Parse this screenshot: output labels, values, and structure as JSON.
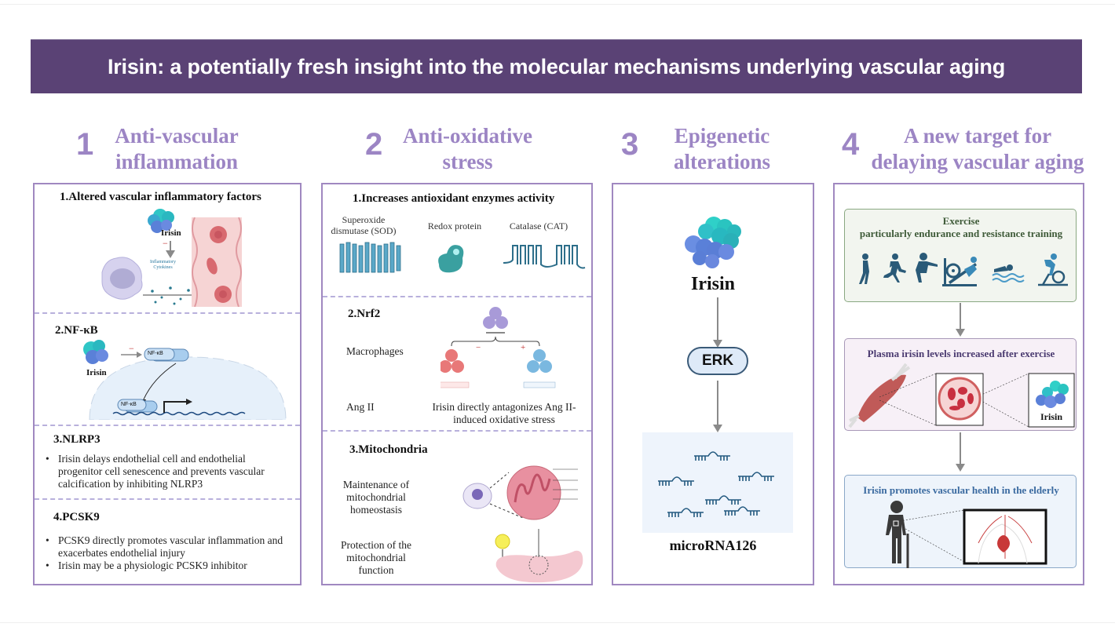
{
  "title": "Irisin: a potentially fresh insight into the molecular mechanisms underlying vascular aging",
  "colors": {
    "banner": "#5a4275",
    "accent": "#9c85c4",
    "panel_border": "#a088c0",
    "dash": "#b8b0dc",
    "exercise_box": "#f2f5ef",
    "plasma_box": "#f7f0f7",
    "elderly_box": "#eef4fb"
  },
  "sections": [
    {
      "number": "1",
      "title_line1": "Anti-vascular",
      "title_line2": "inflammation",
      "blocks": {
        "b1": {
          "heading": "1.Altered vascular inflammatory factors",
          "irisin_label": "Irisin",
          "minus": "−",
          "cytokines_label_1": "Inflammatory",
          "cytokines_label_2": "Cytokines"
        },
        "b2": {
          "heading": "2.NF-κB",
          "irisin_label": "Irisin",
          "minus": "−",
          "nfkb_label": "NF-κB"
        },
        "b3": {
          "heading": "3.NLRP3",
          "bullets": [
            "Irisin delays endothelial cell and endothelial progenitor cell senescence and prevents vascular calcification by inhibiting NLRP3"
          ]
        },
        "b4": {
          "heading": "4.PCSK9",
          "bullets": [
            "PCSK9 directly promotes vascular inflammation and exacerbates endothelial injury",
            "Irisin may be a physiologic PCSK9 inhibitor"
          ]
        }
      }
    },
    {
      "number": "2",
      "title_line1": "Anti-oxidative",
      "title_line2": "stress",
      "blocks": {
        "b1": {
          "heading": "1.Increases antioxidant enzymes activity",
          "enzymes": [
            "Superoxide dismutase (SOD)",
            "Redox protein",
            "Catalase (CAT)"
          ]
        },
        "b2": {
          "heading": "2.Nrf2",
          "row1_label": "Macrophages",
          "row2_label": "Ang II",
          "row2_text": "Irisin directly antagonizes Ang II-induced oxidative stress",
          "minus": "−",
          "plus": "+"
        },
        "b3": {
          "heading": "3.Mitochondria",
          "row1_label": "Maintenance of mitochondrial homeostasis",
          "row2_label": "Protection of the mitochondrial function"
        }
      }
    },
    {
      "number": "3",
      "title_line1": "Epigenetic",
      "title_line2": "alterations",
      "irisin_label": "Irisin",
      "erk_label": "ERK",
      "mirna_label": "microRNA126"
    },
    {
      "number": "4",
      "title_line1": "A new target for",
      "title_line2": "delaying vascular aging",
      "exercise_title": "Exercise",
      "exercise_subtitle": "particularly endurance and resistance training",
      "exercise_icons": [
        "walking-icon",
        "running-icon",
        "squat-icon",
        "leg-press-icon",
        "swimming-icon",
        "cycling-icon"
      ],
      "plasma_title": "Plasma irisin levels increased after exercise",
      "plasma_irisin_label": "Irisin",
      "elderly_title": "Irisin promotes vascular health in the elderly"
    }
  ]
}
